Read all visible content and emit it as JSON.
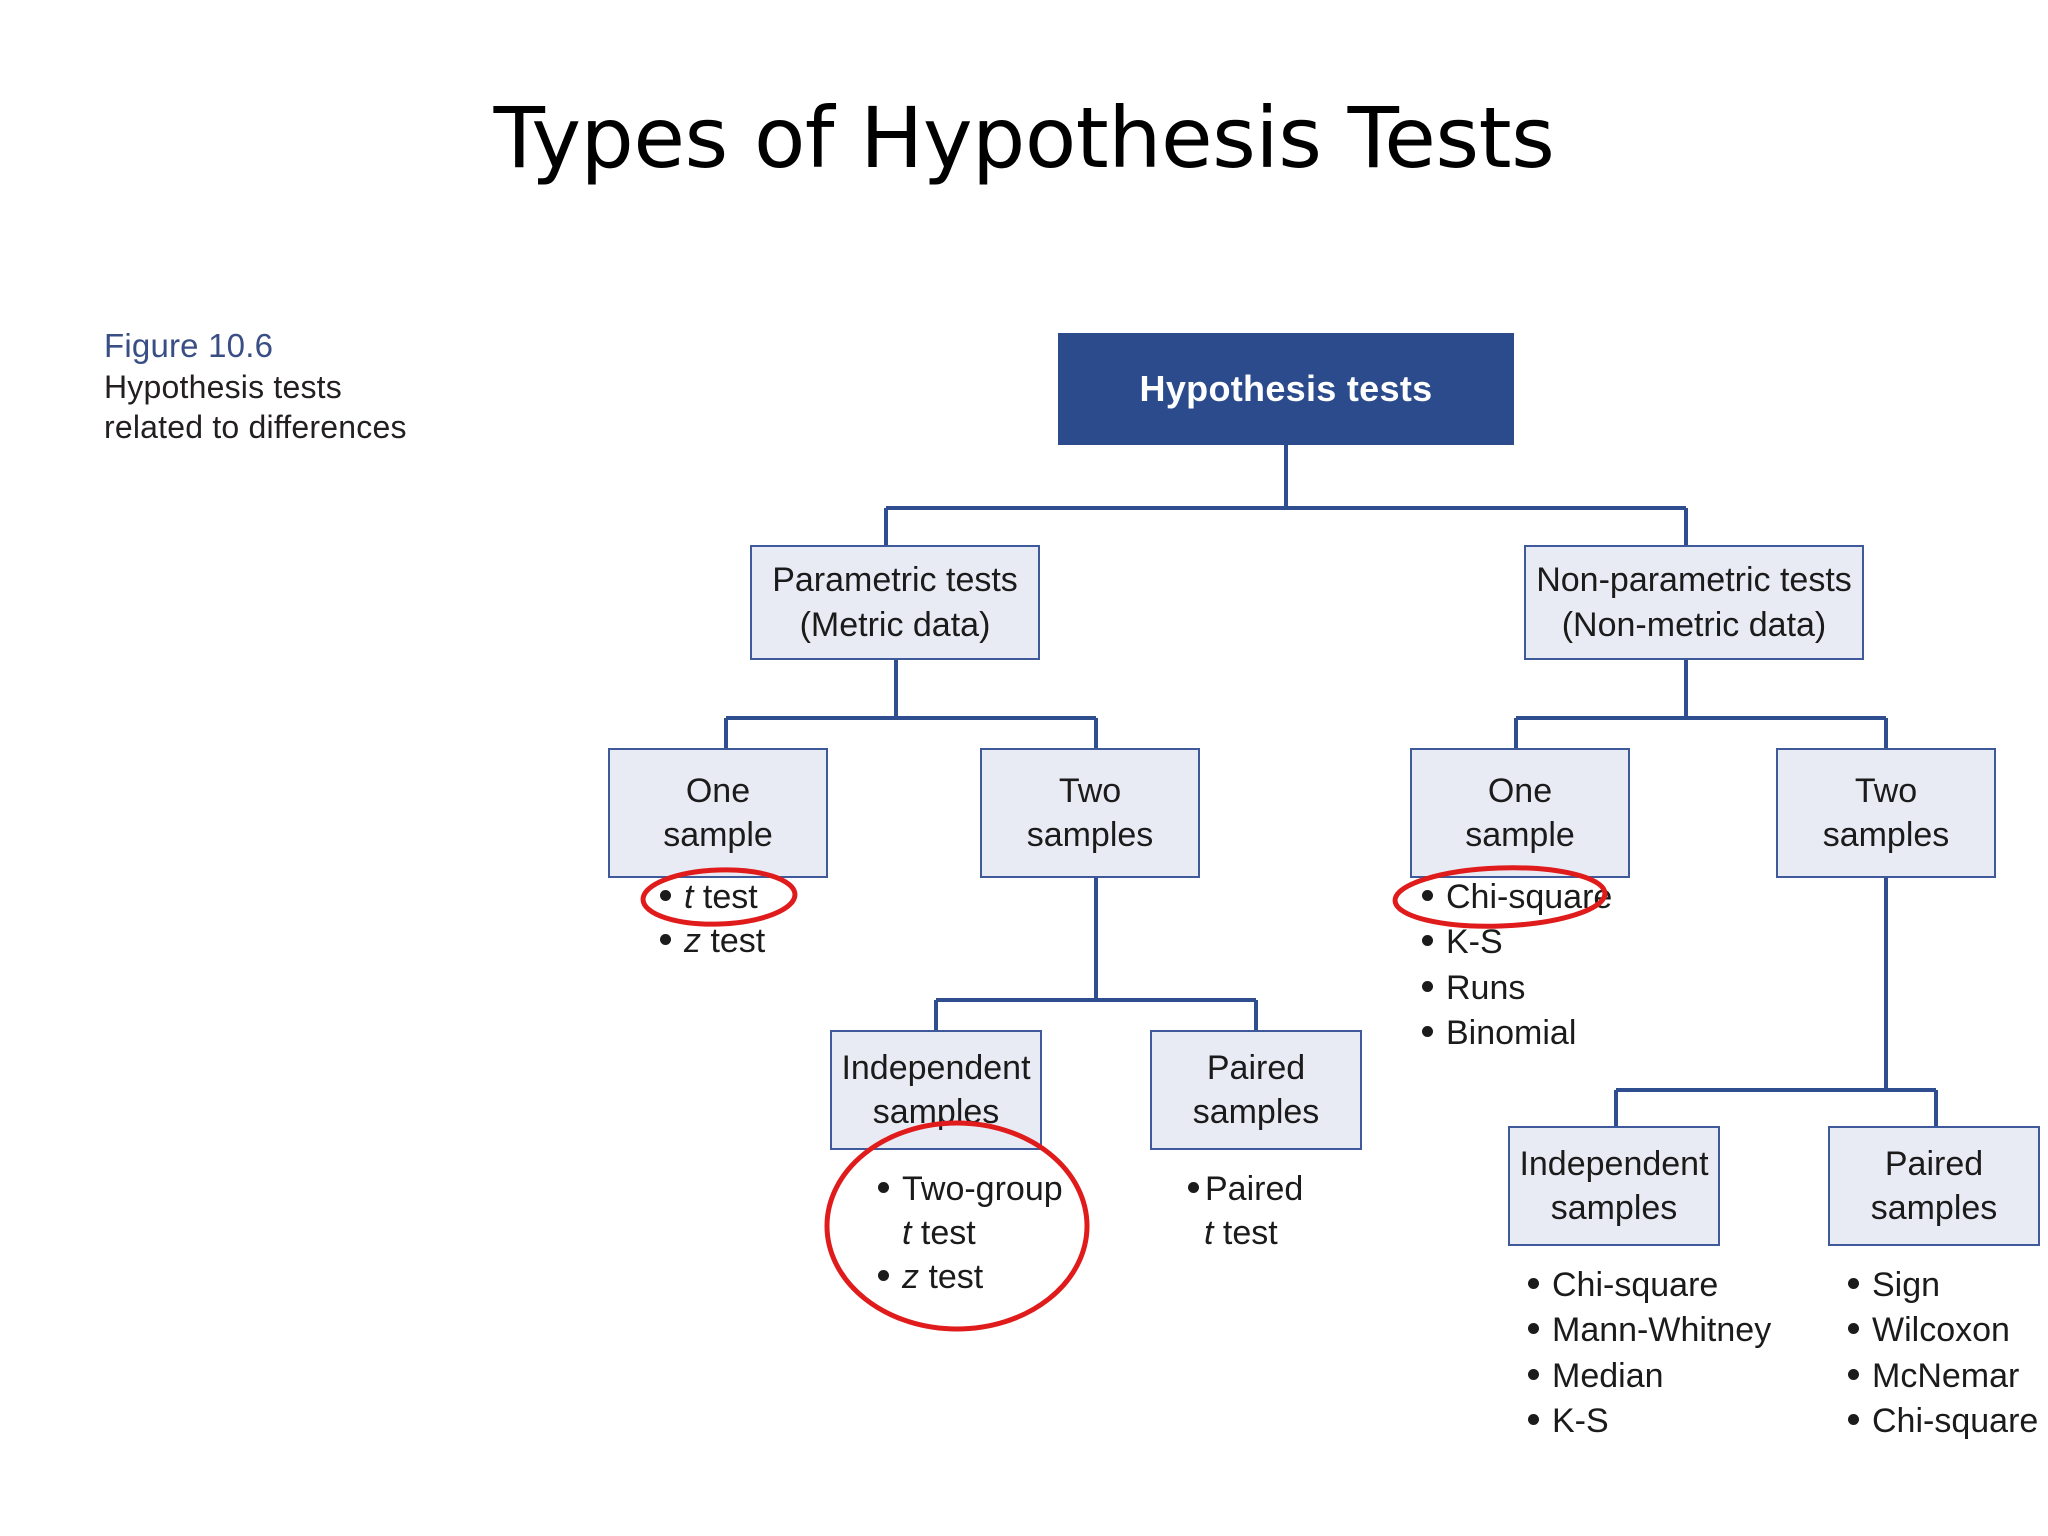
{
  "slide": {
    "title": "Types of Hypothesis Tests"
  },
  "figure": {
    "number": "Figure 10.6",
    "description_line1": "Hypothesis tests",
    "description_line2": "related to differences",
    "number_color": "#3A4E86",
    "text_color": "#231F20"
  },
  "colors": {
    "root_fill": "#2B4B8D",
    "root_text": "#FFFFFF",
    "node_fill": "#E9EBF4",
    "node_border": "#3E5A9A",
    "connector": "#2F4E8F",
    "highlight_circle": "#E01B1B",
    "background": "#FFFFFF"
  },
  "diagram": {
    "root": {
      "label": "Hypothesis tests"
    },
    "level2": [
      {
        "line1": "Parametric tests",
        "line2": "(Metric data)"
      },
      {
        "line1": "Non-parametric tests",
        "line2": "(Non-metric data)"
      }
    ],
    "level3": [
      {
        "line1": "One",
        "line2": "sample"
      },
      {
        "line1": "Two",
        "line2": "samples"
      },
      {
        "line1": "One",
        "line2": "sample"
      },
      {
        "line1": "Two",
        "line2": "samples"
      }
    ],
    "level4": [
      {
        "line1": "Independent",
        "line2": "samples"
      },
      {
        "line1": "Paired",
        "line2": "samples"
      },
      {
        "line1": "Independent",
        "line2": "samples"
      },
      {
        "line1": "Paired",
        "line2": "samples"
      }
    ]
  },
  "test_lists": {
    "parametric_one_sample": {
      "items": [
        {
          "text": "t test",
          "italic_prefix": "t",
          "rest": " test",
          "highlighted": true
        },
        {
          "text": "z test",
          "italic_prefix": "z",
          "rest": " test",
          "highlighted": false
        }
      ]
    },
    "parametric_independent": {
      "items": [
        {
          "text": "Two-group",
          "continuation": "t test",
          "continuation_italic_prefix": "t",
          "continuation_rest": " test",
          "highlighted": true
        },
        {
          "text": "z test",
          "italic_prefix": "z",
          "rest": " test",
          "highlighted": true
        }
      ]
    },
    "parametric_paired": {
      "items": [
        {
          "text": "Paired",
          "continuation": "t test",
          "continuation_italic_prefix": "t",
          "continuation_rest": " test",
          "highlighted": false
        }
      ]
    },
    "nonparametric_one_sample": {
      "items": [
        {
          "text": "Chi-square",
          "highlighted": true
        },
        {
          "text": "K-S",
          "highlighted": false
        },
        {
          "text": "Runs",
          "highlighted": false
        },
        {
          "text": "Binomial",
          "highlighted": false
        }
      ]
    },
    "nonparametric_independent": {
      "items": [
        {
          "text": "Chi-square"
        },
        {
          "text": "Mann-Whitney"
        },
        {
          "text": "Median"
        },
        {
          "text": "K-S"
        }
      ]
    },
    "nonparametric_paired": {
      "items": [
        {
          "text": "Sign"
        },
        {
          "text": "Wilcoxon"
        },
        {
          "text": "McNemar"
        },
        {
          "text": "Chi-square"
        }
      ]
    }
  },
  "annotations": [
    {
      "name": "circle-t-test",
      "shape": "ellipse"
    },
    {
      "name": "circle-chi-square",
      "shape": "ellipse"
    },
    {
      "name": "circle-two-group-t-z-test",
      "shape": "ellipse"
    }
  ]
}
